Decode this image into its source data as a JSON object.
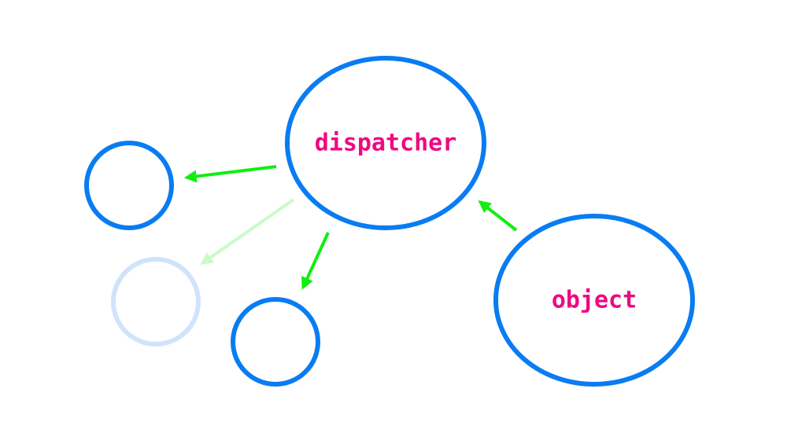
{
  "colors": {
    "node_stroke": "#0a7cf2",
    "node_stroke_faded": "#cfe4fb",
    "arrow": "#11ee11",
    "arrow_faded": "#c9fbc9",
    "label": "#ee0a80"
  },
  "nodes": {
    "dispatcher": {
      "label": "dispatcher"
    },
    "object": {
      "label": "object"
    },
    "listener_1": {
      "label": ""
    },
    "listener_2": {
      "label": "",
      "state": "faded"
    },
    "listener_3": {
      "label": ""
    }
  },
  "edges": [
    {
      "from": "dispatcher",
      "to": "listener_1",
      "state": "active"
    },
    {
      "from": "dispatcher",
      "to": "listener_2",
      "state": "faded"
    },
    {
      "from": "dispatcher",
      "to": "listener_3",
      "state": "active"
    },
    {
      "from": "object",
      "to": "dispatcher",
      "state": "active"
    }
  ]
}
